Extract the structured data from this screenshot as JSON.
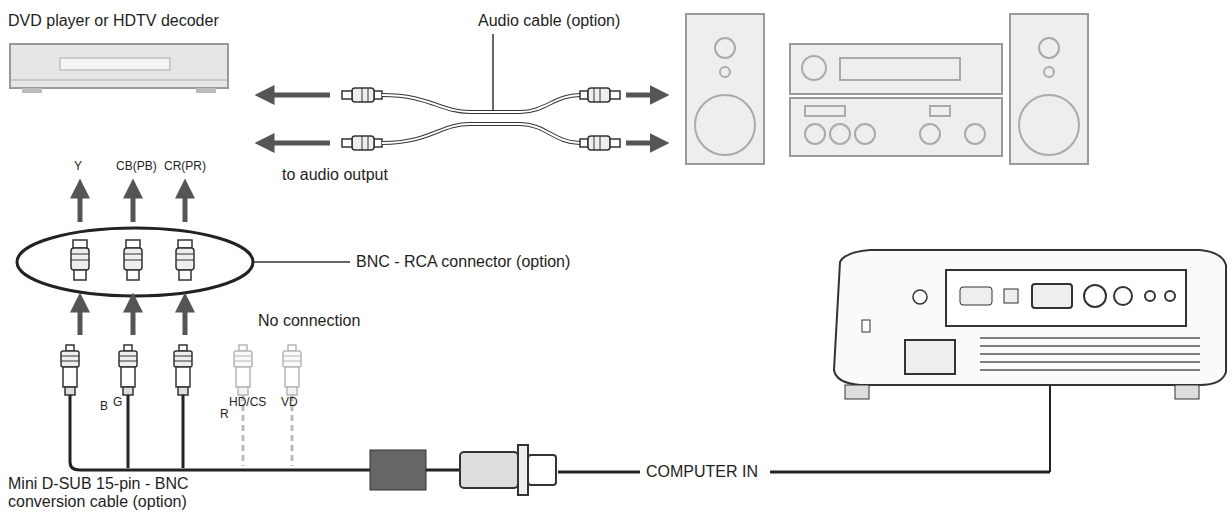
{
  "diagram": {
    "nodes": [
      {
        "text": [
          "DVD player or HDTV decoder"
        ]
      }
    ],
    "labels": [
      "Audio cable (option)",
      "to audio output",
      "Y",
      "CB(PB)",
      "CR(PR)",
      "BNC - RCA connector (option)",
      "No connection",
      "B",
      "G",
      "R",
      "HD/CS",
      "VD",
      "COMPUTER IN",
      "Mini D-SUB 15-pin - BNC conversion cable (option)"
    ]
  }
}
